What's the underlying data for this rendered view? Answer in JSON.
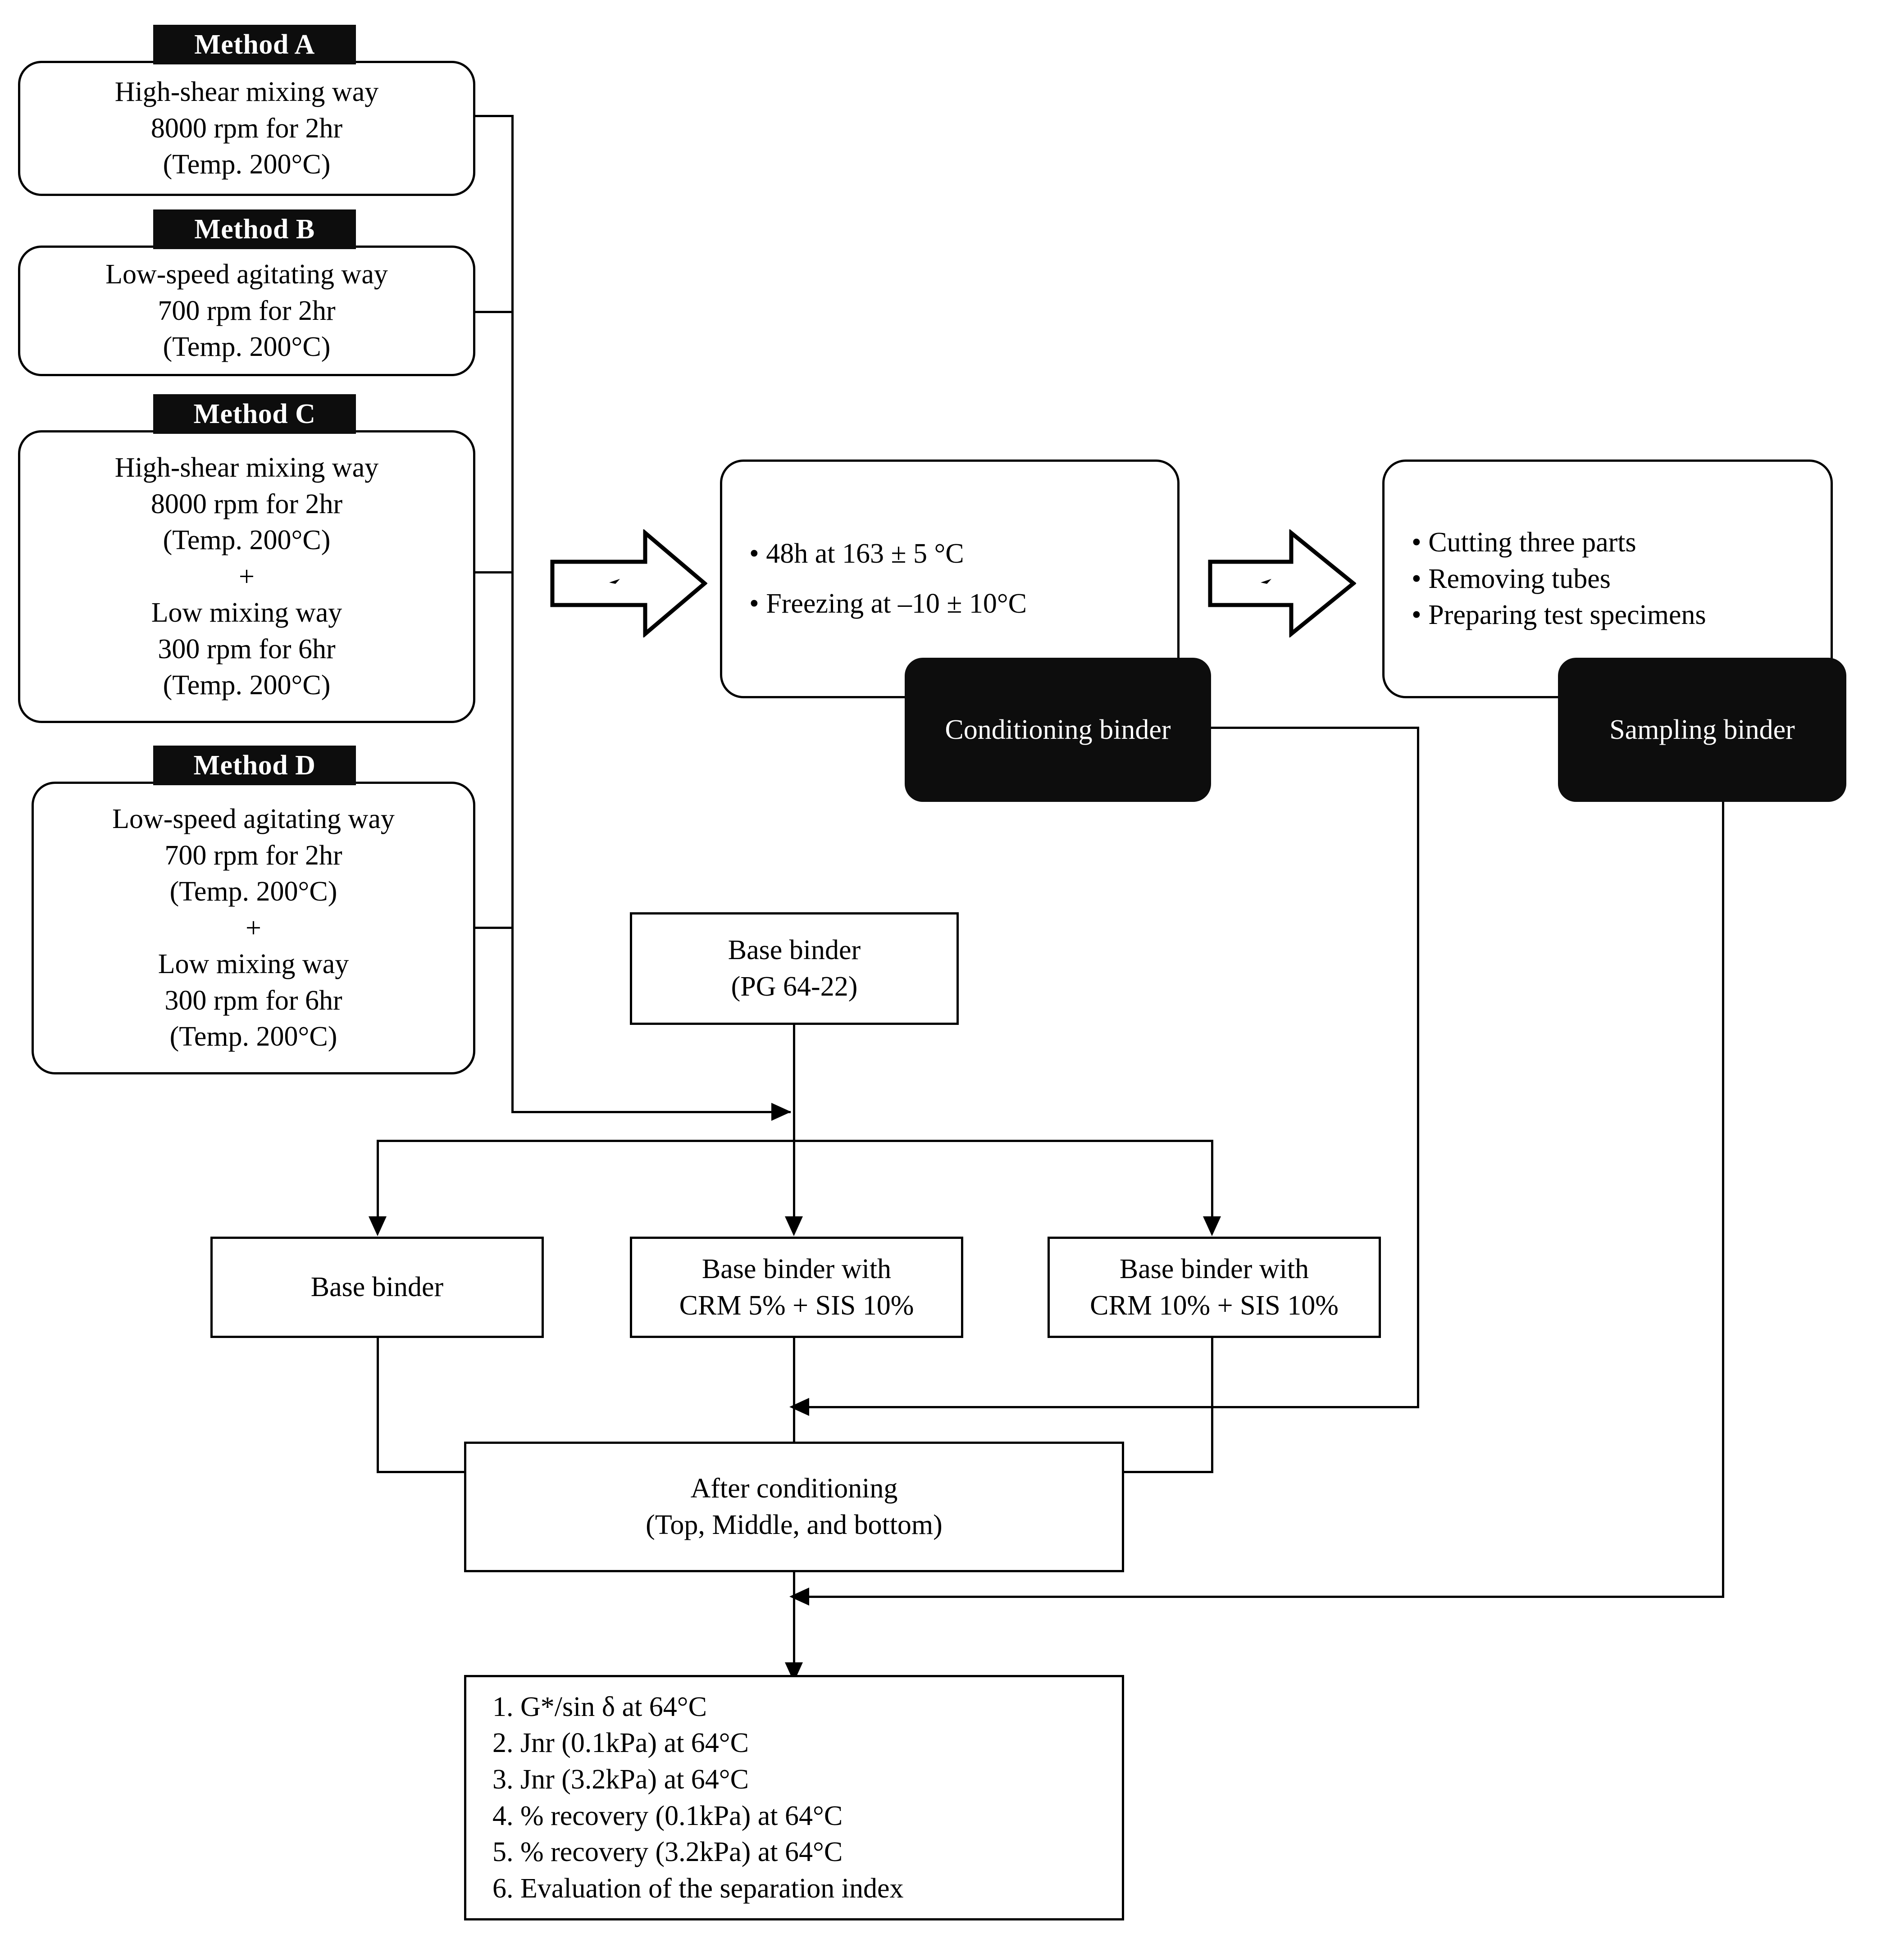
{
  "figure": {
    "type": "process-flowchart",
    "background_color": "#ffffff",
    "line_color": "#000000",
    "label_block_color": "#0d0d0d",
    "label_block_text_color": "#ffffff"
  },
  "methods": [
    {
      "tab": "Method A",
      "lines": [
        "High-shear mixing way",
        "8000 rpm for 2hr",
        "(Temp. 200°C)"
      ]
    },
    {
      "tab": "Method B",
      "lines": [
        "Low-speed agitating way",
        "700 rpm for 2hr",
        "(Temp. 200°C)"
      ]
    },
    {
      "tab": "Method C",
      "lines": [
        "High-shear mixing way",
        "8000 rpm for 2hr",
        "(Temp. 200°C)",
        "+",
        "Low mixing way",
        "300 rpm for 6hr",
        "(Temp. 200°C)"
      ]
    },
    {
      "tab": "Method D",
      "lines": [
        "Low-speed agitating way",
        "700 rpm for 2hr",
        "(Temp. 200°C)",
        "+",
        "Low mixing way",
        "300 rpm for 6hr",
        "(Temp. 200°C)"
      ]
    }
  ],
  "conditioning": {
    "label": "Conditioning binder",
    "bullets": [
      "• 48h at 163 ± 5 °C",
      "• Freezing at –10 ± 10°C"
    ]
  },
  "sampling": {
    "label": "Sampling binder",
    "bullets": [
      "• Cutting three parts",
      "• Removing tubes",
      "• Preparing test specimens"
    ]
  },
  "base_binder_source": {
    "lines": [
      "Base binder",
      "(PG 64-22)"
    ]
  },
  "blend_boxes": [
    {
      "lines": [
        "Base binder"
      ]
    },
    {
      "lines": [
        "Base binder with",
        "CRM 5% + SIS 10%"
      ]
    },
    {
      "lines": [
        "Base binder with",
        "CRM 10% + SIS 10%"
      ]
    }
  ],
  "after_conditioning": {
    "lines": [
      "After conditioning",
      "(Top, Middle, and bottom)"
    ]
  },
  "evaluation": {
    "items": [
      "1. G*/sin δ at 64°C",
      "2. Jnr (0.1kPa) at 64°C",
      "3. Jnr (3.2kPa) at 64°C",
      "4. % recovery (0.1kPa) at 64°C",
      "5. % recovery (3.2kPa) at 64°C",
      "6. Evaluation of the separation index"
    ]
  }
}
